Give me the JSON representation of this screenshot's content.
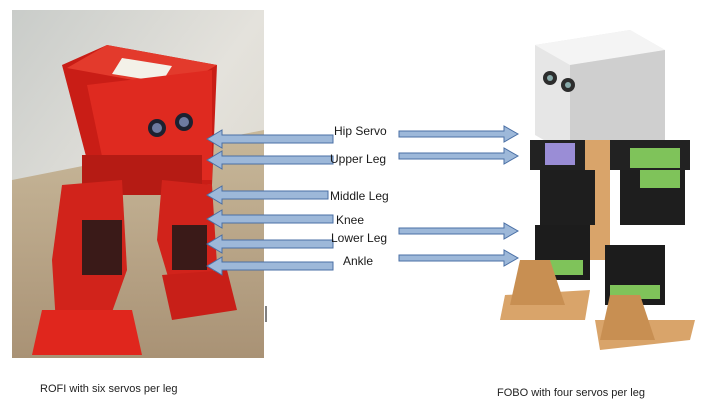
{
  "labels": {
    "hip_servo": "Hip Servo",
    "upper_leg": "Upper Leg",
    "middle_leg": "Middle Leg",
    "knee": "Knee",
    "lower_leg": "Lower Leg",
    "ankle": "Ankle"
  },
  "captions": {
    "rofi": "ROFI with six servos per leg",
    "fobo": "FOBO with four servos per leg"
  },
  "colors": {
    "arrow_fill": "#9db8d9",
    "arrow_stroke": "#4a6fa5",
    "rofi_red": "#d8241c",
    "fobo_green": "#7fc35a",
    "fobo_wood": "#d9a46a"
  }
}
